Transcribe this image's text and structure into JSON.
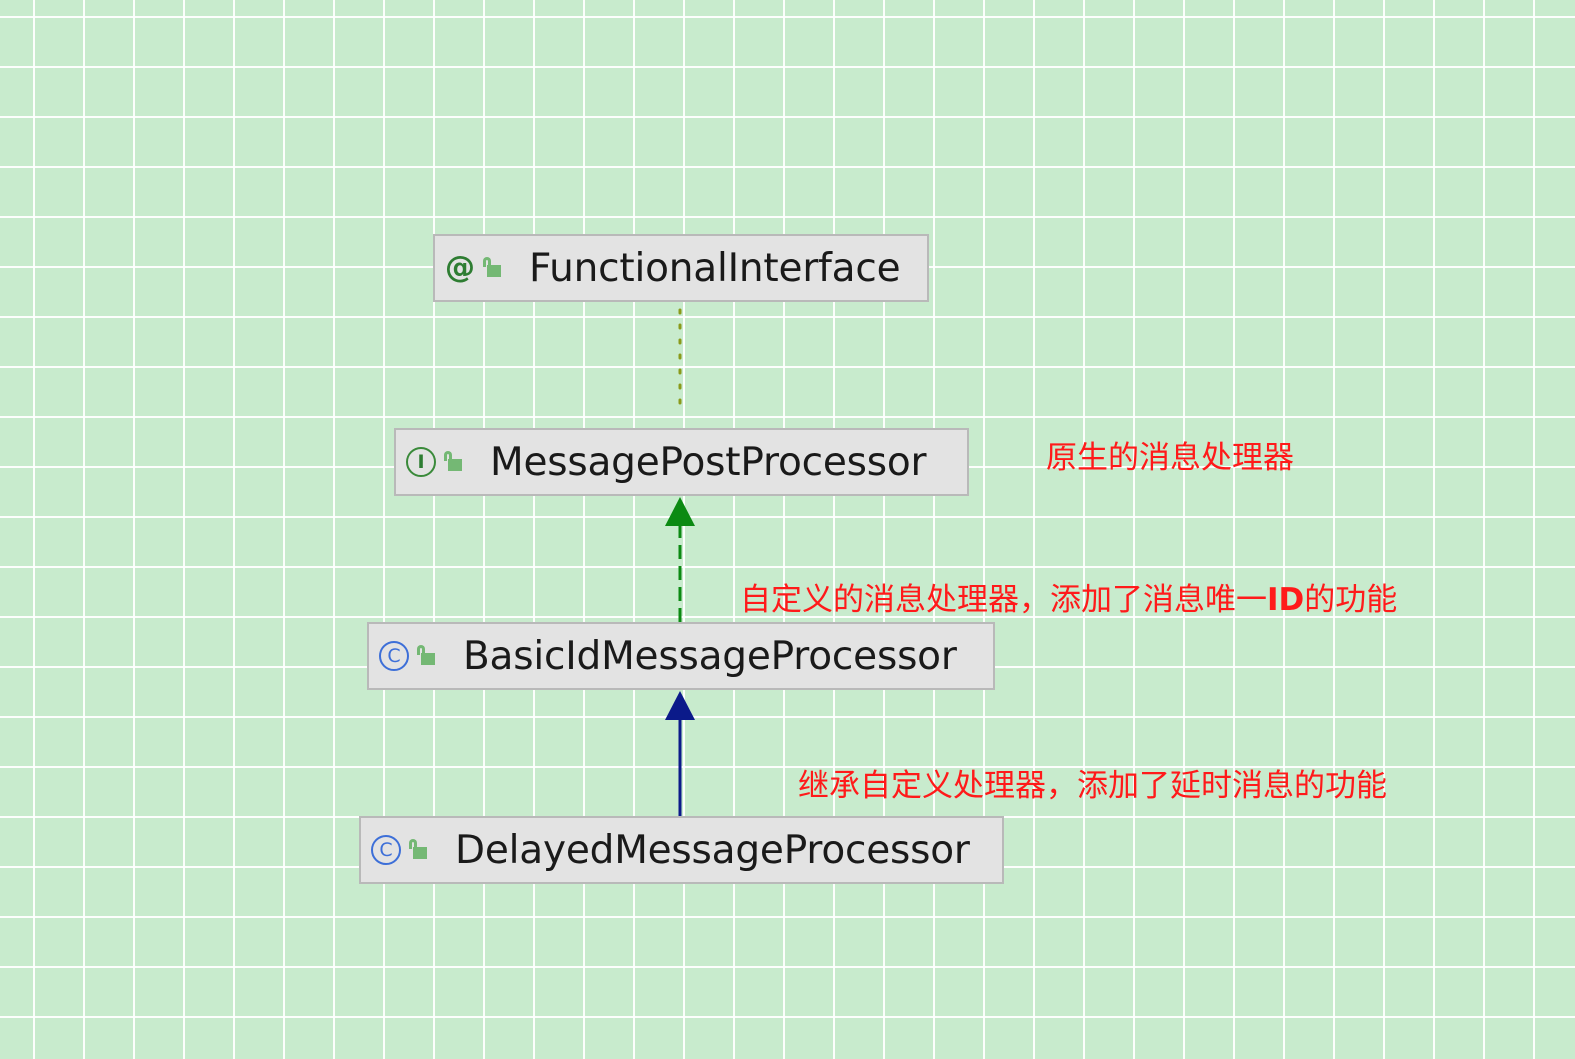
{
  "nodes": {
    "functional_interface": {
      "label": "FunctionalInterface",
      "kind_icon": "@"
    },
    "message_post_processor": {
      "label": "MessagePostProcessor",
      "kind_icon": "I"
    },
    "basic_id_message_processor": {
      "label": "BasicIdMessageProcessor",
      "kind_icon": "C"
    },
    "delayed_message_processor": {
      "label": "DelayedMessageProcessor",
      "kind_icon": "C"
    }
  },
  "notes": {
    "native_processor": "原生的消息处理器",
    "custom_processor_pre": "自定义的消息处理器，添加了消息唯一",
    "custom_processor_id": "ID",
    "custom_processor_post": "的功能",
    "delayed_processor": "继承自定义处理器，添加了延时消息的功能"
  },
  "edges": [
    {
      "from": "message_post_processor",
      "to": "functional_interface",
      "style": "dotted",
      "color": "#8a9a1a"
    },
    {
      "from": "basic_id_message_processor",
      "to": "message_post_processor",
      "style": "dashed",
      "color": "#0b8a12"
    },
    {
      "from": "delayed_message_processor",
      "to": "basic_id_message_processor",
      "style": "solid",
      "color": "#0b1a8a"
    }
  ],
  "colors": {
    "background": "#c8ebcd",
    "node_fill": "#e3e3e3",
    "note_text": "#ff1a1a"
  }
}
